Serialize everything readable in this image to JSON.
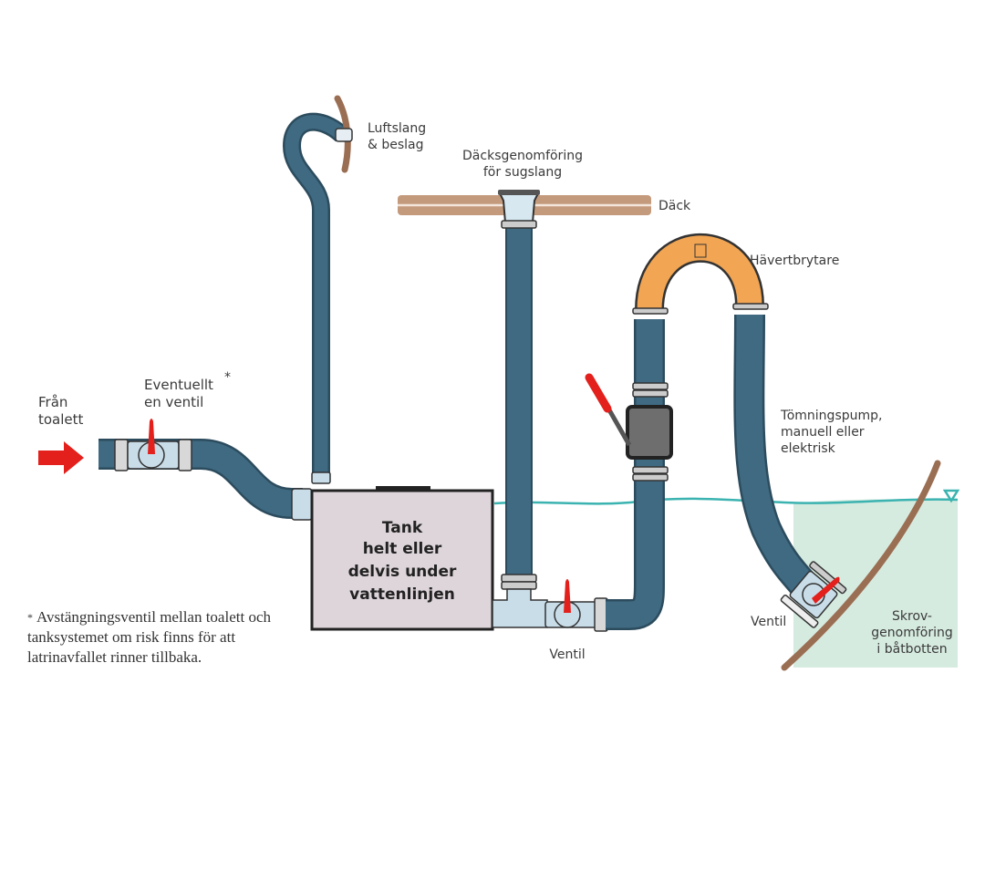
{
  "diagram": {
    "title": "Holding tank system schematic",
    "colors": {
      "hose": "#3f6a82",
      "hose_outline": "#2c4c5e",
      "valve_body": "#c9dde9",
      "valve_handle": "#e3201b",
      "deck_wood": "#c49a7c",
      "hull": "#9a6e52",
      "water_line": "#3bb3b0",
      "sea": "#d6ebe0",
      "tank_fill": "#ddd5da",
      "siphon_breaker": "#f2a553",
      "pump_body": "#6e6e6e",
      "arrow": "#e3201b"
    },
    "labels": {
      "from_toilet": [
        "Från",
        "toalett"
      ],
      "optional_valve": [
        "Eventuellt",
        "en ventil"
      ],
      "optional_valve_mark": "*",
      "air_hose": [
        "Luftslang",
        "& beslag"
      ],
      "deck_fitting": [
        "Däcksgenomföring",
        "för sugslang"
      ],
      "deck": "Däck",
      "siphon_breaker": "Hävertbrytare",
      "pump": [
        "Tömningspump,",
        "manuell eller",
        "elektrisk"
      ],
      "tank": [
        "Tank",
        "helt eller",
        "delvis under",
        "vattenlinjen"
      ],
      "valve_bottom": "Ventil",
      "valve_hull": "Ventil",
      "hull_fitting": [
        "Skrov-",
        "genomföring",
        "i båtbotten"
      ]
    },
    "footnote": {
      "mark": "*",
      "text": "Avstängningsventil mellan toalett och tanksystemet om risk finns för att latrinavfallet rinner tillbaka."
    }
  }
}
